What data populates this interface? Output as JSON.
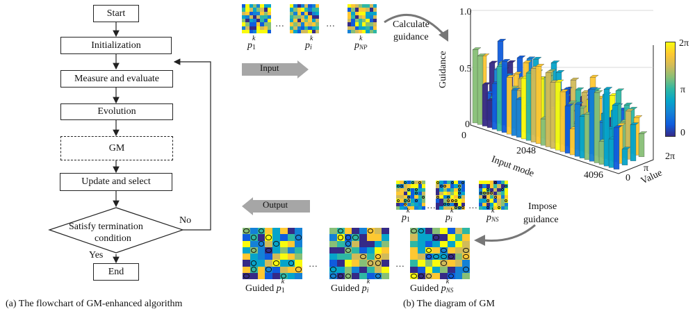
{
  "flowchart": {
    "start": "Start",
    "init": "Initialization",
    "measure": "Measure and evaluate",
    "evolution": "Evolution",
    "gm": "GM",
    "update": "Update and select",
    "decision_line1": "Satisfy termination",
    "decision_line2": "condition",
    "no": "No",
    "yes": "Yes",
    "end": "End"
  },
  "captions": {
    "a": "(a) The flowchart of GM-enhanced algorithm",
    "b": "(b) The diagram of GM"
  },
  "gm": {
    "input_label": "Input",
    "output_label": "Output",
    "calc_line1": "Calculate",
    "calc_line2": "guidance",
    "impose_line1": "Impose",
    "impose_line2": "guidance",
    "ellipsis": "…",
    "input_patterns": [
      {
        "base": "p",
        "sup": "k",
        "sub": "1"
      },
      {
        "base": "p",
        "sup": "k",
        "sub": "i"
      },
      {
        "base": "p",
        "sup": "k",
        "sub": "NP"
      }
    ],
    "guided_prefix": "Guided",
    "guided_patterns": [
      {
        "base": "p",
        "sup": "k",
        "sub": "1"
      },
      {
        "base": "p",
        "sup": "k",
        "sub": "i"
      },
      {
        "base": "p",
        "sup": "k",
        "sub": "NS"
      }
    ],
    "small_patterns": [
      {
        "base": "p",
        "sup": "k",
        "sub": "1"
      },
      {
        "base": "p",
        "sup": "k",
        "sub": "i"
      },
      {
        "base": "p",
        "sup": "k",
        "sub": "NS"
      }
    ]
  },
  "plot3d": {
    "z_label": "Guidance",
    "z_ticks": [
      "0",
      "0.5",
      "1.0"
    ],
    "x_label": "Input mode",
    "x_ticks": [
      "0",
      "2048",
      "4096"
    ],
    "y_label": "Value",
    "y_ticks": [
      "0",
      "π",
      "2π"
    ],
    "colorbar_ticks": [
      "2π",
      "π",
      "0"
    ]
  },
  "colors": {
    "parula": [
      "#352a87",
      "#0f5cdd",
      "#1481d6",
      "#06a4ca",
      "#2eb7a4",
      "#87bf77",
      "#d1bb59",
      "#fec832",
      "#f9fb0e"
    ],
    "arrow_gray": "#a6a6a6"
  }
}
